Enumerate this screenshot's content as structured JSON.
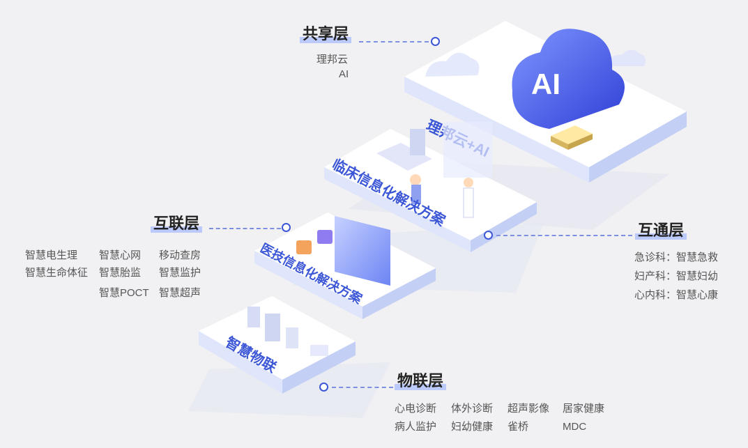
{
  "layers": {
    "shared": {
      "title": "共享层",
      "items": [
        "理邦云",
        "AI"
      ]
    },
    "interconnect": {
      "title": "互联层",
      "items": [
        "智慧电生理",
        "智慧心网",
        "移动查房",
        "智慧生命体征",
        "智慧胎监",
        "智慧监护",
        "智慧POCT",
        "智慧超声"
      ]
    },
    "intercommunication": {
      "title": "互通层",
      "items": [
        "急诊科：智慧急救",
        "妇产科：智慧妇幼",
        "心内科：智慧心康"
      ]
    },
    "iot": {
      "title": "物联层",
      "items": [
        "心电诊断",
        "体外诊断",
        "超声影像",
        "居家健康",
        "病人监护",
        "妇幼健康",
        "雀桥",
        "MDC"
      ]
    }
  },
  "platforms": {
    "cloud": "理邦云+AI",
    "ai_badge": "AI",
    "clinical": "临床信息化解决方案",
    "medtech": "医技信息化解决方案",
    "iot": "智慧物联"
  },
  "colors": {
    "accent": "#3b56d6",
    "highlight": "#9fb3ff",
    "platform": "#ffffff",
    "shadow": "#d6dcf5"
  }
}
